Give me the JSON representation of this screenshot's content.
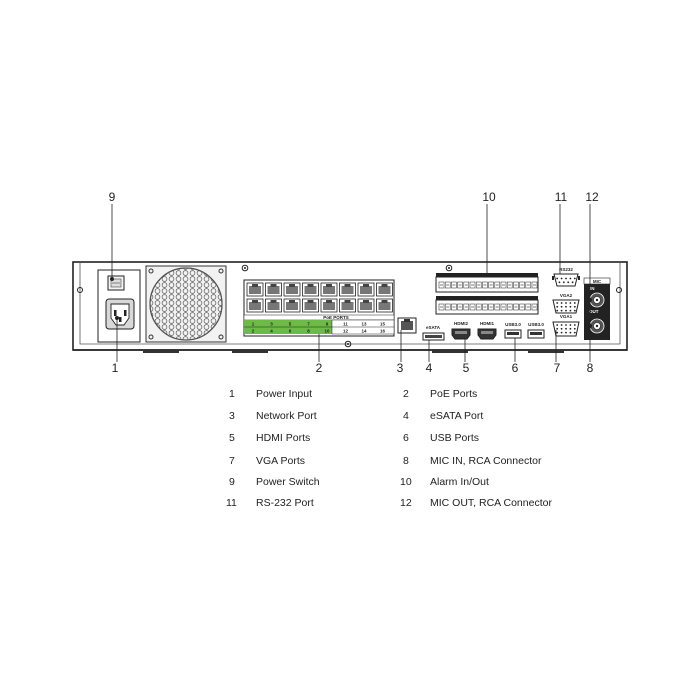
{
  "callouts": {
    "c1": "1",
    "c2": "2",
    "c3": "3",
    "c4": "4",
    "c5": "5",
    "c6": "6",
    "c7": "7",
    "c8": "8",
    "c9": "9",
    "c10": "10",
    "c11": "11",
    "c12": "12"
  },
  "panel_labels": {
    "poe_ports": "PoE PORTS",
    "poe_row1": [
      "1",
      "3",
      "5",
      "7",
      "9",
      "11",
      "13",
      "15"
    ],
    "poe_row2": [
      "2",
      "4",
      "6",
      "8",
      "10",
      "12",
      "14",
      "16"
    ],
    "esata": "eSATA",
    "hdmi2": "HDMI2",
    "hdmi1": "HDMI1",
    "usb1": "USB3.0",
    "usb2": "USB3.0",
    "rs232": "RS232",
    "vga2": "VGA2",
    "vga1": "VGA1",
    "mic": "MIC",
    "in": "IN",
    "out": "OUT"
  },
  "legend": [
    {
      "num": "1",
      "label": "Power Input"
    },
    {
      "num": "2",
      "label": "PoE Ports"
    },
    {
      "num": "3",
      "label": "Network Port"
    },
    {
      "num": "4",
      "label": "eSATA Port"
    },
    {
      "num": "5",
      "label": "HDMI Ports"
    },
    {
      "num": "6",
      "label": "USB Ports"
    },
    {
      "num": "7",
      "label": "VGA Ports"
    },
    {
      "num": "8",
      "label": "MIC IN, RCA Connector"
    },
    {
      "num": "9",
      "label": "Power Switch"
    },
    {
      "num": "10",
      "label": "Alarm In/Out"
    },
    {
      "num": "11",
      "label": "RS-232 Port"
    },
    {
      "num": "12",
      "label": "MIC OUT, RCA Connector"
    }
  ]
}
